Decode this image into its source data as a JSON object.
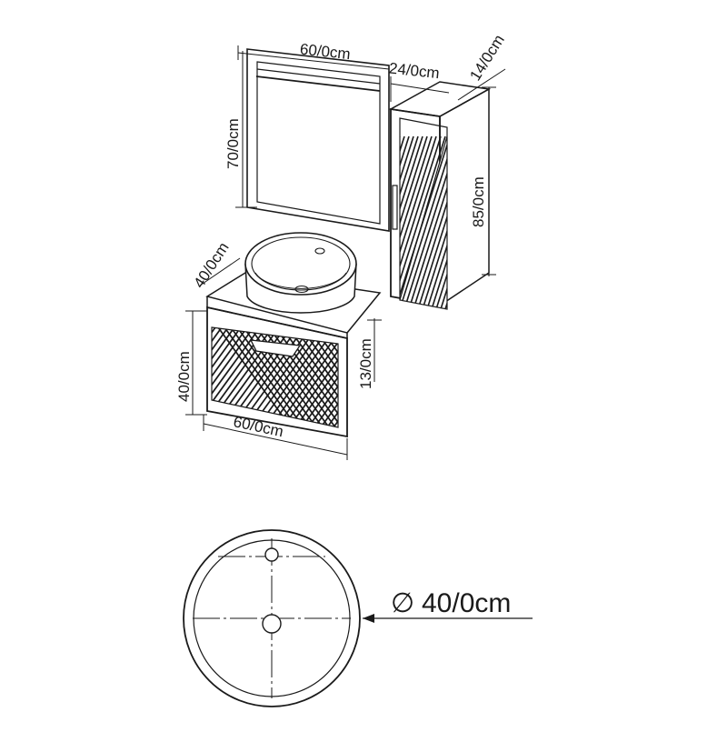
{
  "mirror": {
    "width_label": "60/0cm",
    "height_label": "70/0cm"
  },
  "tall_cabinet": {
    "width_label": "24/0cm",
    "depth_label": "14/0cm",
    "height_label": "85/0cm"
  },
  "vanity": {
    "depth_label": "40/0cm",
    "height_label": "40/0cm",
    "drawer_label": "13/0cm",
    "width_label": "60/0cm"
  },
  "basin": {
    "diameter_label": "40/0cm",
    "diameter_symbol": "∅"
  }
}
